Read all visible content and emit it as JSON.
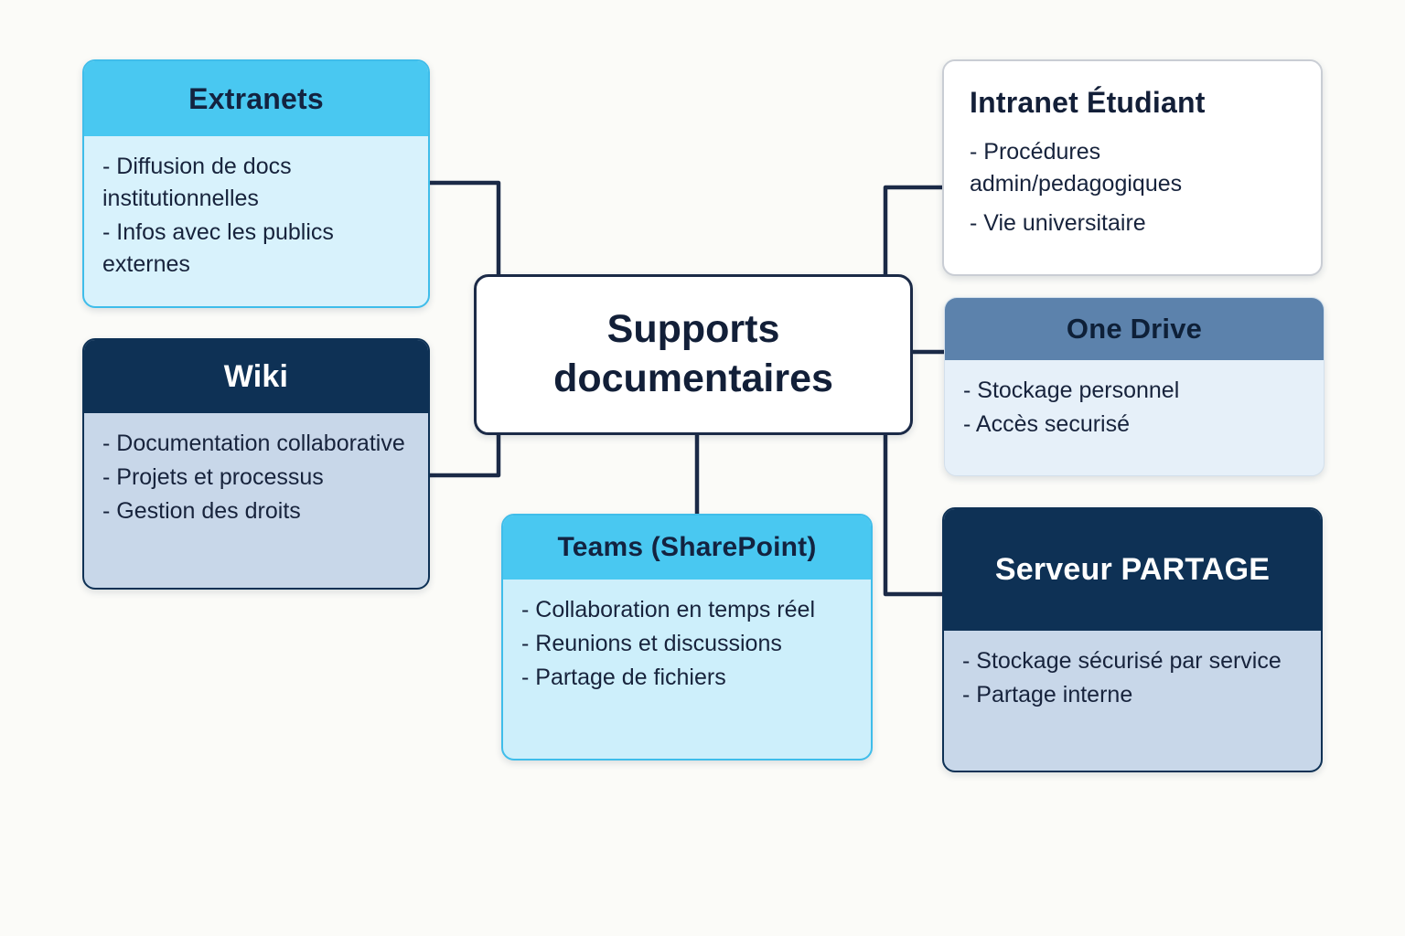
{
  "colors": {
    "bg": "#fbfbf8",
    "line": "#1b2a47",
    "cyan": "#49c8f1",
    "cyan-body": "#d8f2fc",
    "teams-body": "#cdeffb",
    "navy": "#0e3155",
    "navy-body": "#c8d7e9",
    "steel": "#5c82ac",
    "steel-body": "#e6f0f9",
    "ink": "#17233c"
  },
  "center": {
    "title": "Supports documentaires"
  },
  "nodes": {
    "extranets": {
      "title": "Extranets",
      "items": [
        "- Diffusion de docs institutionnelles",
        "- Infos avec les publics externes"
      ]
    },
    "wiki": {
      "title": "Wiki",
      "items": [
        "- Documentation collaborative",
        "- Projets et processus",
        "- Gestion des droits"
      ]
    },
    "intranet": {
      "title": "Intranet Étudiant",
      "items": [
        "- Procédures admin/pedagogiques",
        "- Vie universitaire"
      ]
    },
    "onedrive": {
      "title": "One Drive",
      "items": [
        "- Stockage personnel",
        "- Accès securisé"
      ]
    },
    "teams": {
      "title": "Teams (SharePoint)",
      "items": [
        "- Collaboration en temps réel",
        "- Reunions et discussions",
        "- Partage de fichiers"
      ]
    },
    "serveur": {
      "title": "Serveur PARTAGE",
      "items": [
        "- Stockage sécurisé par service",
        "- Partage interne"
      ]
    }
  }
}
